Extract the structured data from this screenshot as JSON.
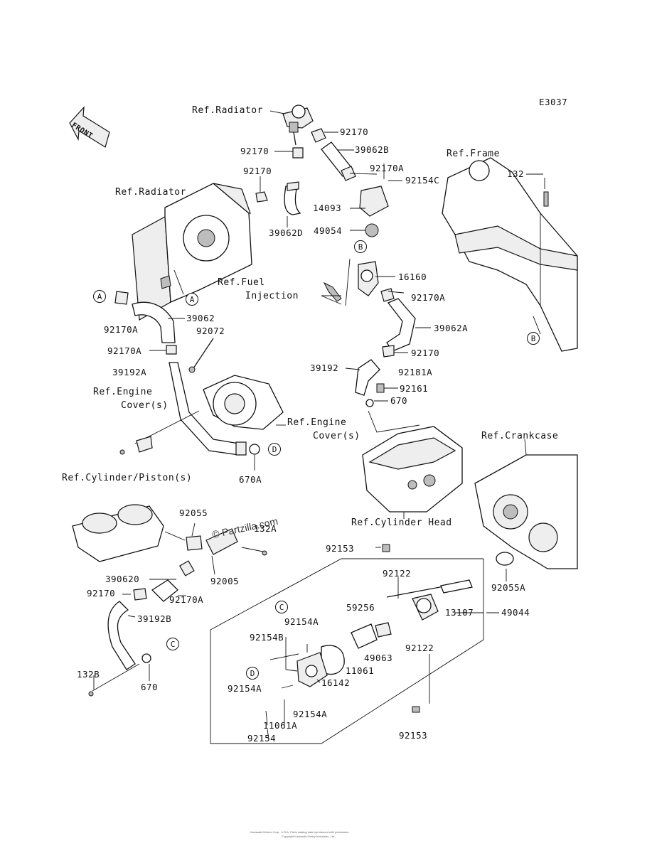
{
  "diagram_code": "E3037",
  "front_label": "FRONT",
  "watermark": "© Partzilla.com",
  "footer_line1": "Kawasaki Motors Corp., U.S.A. Parts catalog data reproduced with permission.",
  "footer_line2": "Copyright Kawasaki Heavy Industries, Ltd.",
  "references": [
    {
      "id": "ref-radiator-top",
      "text": "Ref.Radiator"
    },
    {
      "id": "ref-radiator-left",
      "text": "Ref.Radiator"
    },
    {
      "id": "ref-frame",
      "text": "Ref.Frame"
    },
    {
      "id": "ref-fuel-injection-1",
      "text": "Ref.Fuel"
    },
    {
      "id": "ref-fuel-injection-2",
      "text": "Injection"
    },
    {
      "id": "ref-engine-cover-left-1",
      "text": "Ref.Engine"
    },
    {
      "id": "ref-engine-cover-left-2",
      "text": "Cover(s)"
    },
    {
      "id": "ref-engine-cover-right-1",
      "text": "Ref.Engine"
    },
    {
      "id": "ref-engine-cover-right-2",
      "text": "Cover(s)"
    },
    {
      "id": "ref-crankcase",
      "text": "Ref.Crankcase"
    },
    {
      "id": "ref-cylinder-piston",
      "text": "Ref.Cylinder/Piston(s)"
    },
    {
      "id": "ref-cylinder-head",
      "text": "Ref.Cylinder Head"
    }
  ],
  "part_numbers": [
    "92170",
    "39062B",
    "92170",
    "92170A",
    "92154C",
    "92170",
    "14093",
    "132",
    "39062D",
    "49054",
    "16160",
    "92170A",
    "39062",
    "92170A",
    "92072",
    "39062A",
    "92170A",
    "92170",
    "39192A",
    "39192",
    "92181A",
    "92161",
    "670",
    "670A",
    "92055",
    "132A",
    "390620",
    "92005",
    "92170",
    "92170A",
    "39192B",
    "132B",
    "670",
    "92153",
    "92122",
    "92055A",
    "59256",
    "13107",
    "49044",
    "92154A",
    "92154B",
    "49063",
    "92122",
    "11061",
    "16142",
    "92154A",
    "92154A",
    "11061A",
    "92154",
    "92153"
  ],
  "circle_markers": [
    "A",
    "A",
    "B",
    "B",
    "C",
    "C",
    "D",
    "D"
  ]
}
